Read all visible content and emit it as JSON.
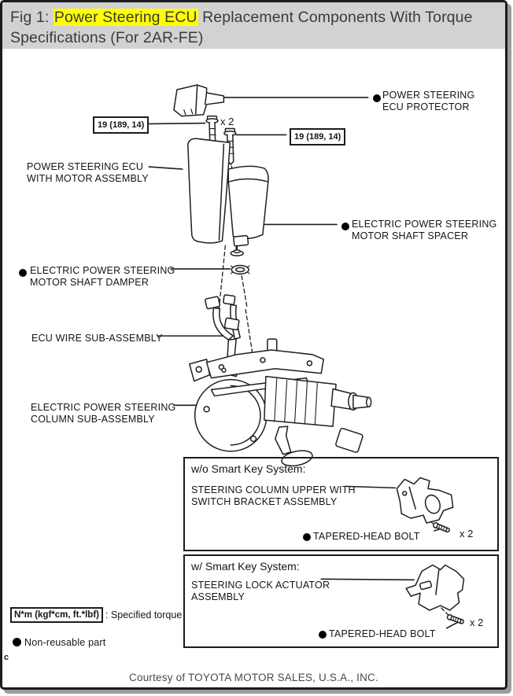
{
  "header": {
    "prefix": "Fig 1: ",
    "highlighted": "Power Steering ECU",
    "suffix": " Replacement Components With Torque Specifications (For 2AR-FE)"
  },
  "colors": {
    "highlight": "#ffff00",
    "header_bg": "#d2d2d2",
    "line_art": "#1f1f1f"
  },
  "diagram": {
    "torque_spec_1": "19 (189, 14)",
    "torque_spec_2": "19 (189, 14)",
    "bolt_qty": "x 2",
    "labels": {
      "protector": "POWER STEERING\nECU PROTECTOR",
      "ecu_motor": "POWER STEERING ECU\nWITH MOTOR ASSEMBLY",
      "spacer": "ELECTRIC POWER STEERING\nMOTOR SHAFT SPACER",
      "damper": "ELECTRIC POWER STEERING\nMOTOR SHAFT DAMPER",
      "wire": "ECU WIRE SUB-ASSEMBLY",
      "column": "ELECTRIC POWER STEERING\nCOLUMN SUB-ASSEMBLY"
    }
  },
  "smart_key_boxes": [
    {
      "title": "w/o Smart Key System:",
      "part_label": "STEERING COLUMN UPPER WITH\nSWITCH BRACKET ASSEMBLY",
      "bolt_label": "TAPERED-HEAD BOLT",
      "bolt_qty": "x 2"
    },
    {
      "title": "w/ Smart Key System:",
      "part_label": "STEERING LOCK ACTUATOR\nASSEMBLY",
      "bolt_label": "TAPERED-HEAD BOLT",
      "bolt_qty": "x 2"
    }
  ],
  "legend": {
    "torque_units": "N*m (kgf*cm, ft.*lbf)",
    "torque_desc": ": Specified torque",
    "non_reusable": "Non-reusable part",
    "corner_mark": "c"
  },
  "footer": {
    "credit": "Courtesy of TOYOTA MOTOR SALES, U.S.A., INC."
  }
}
